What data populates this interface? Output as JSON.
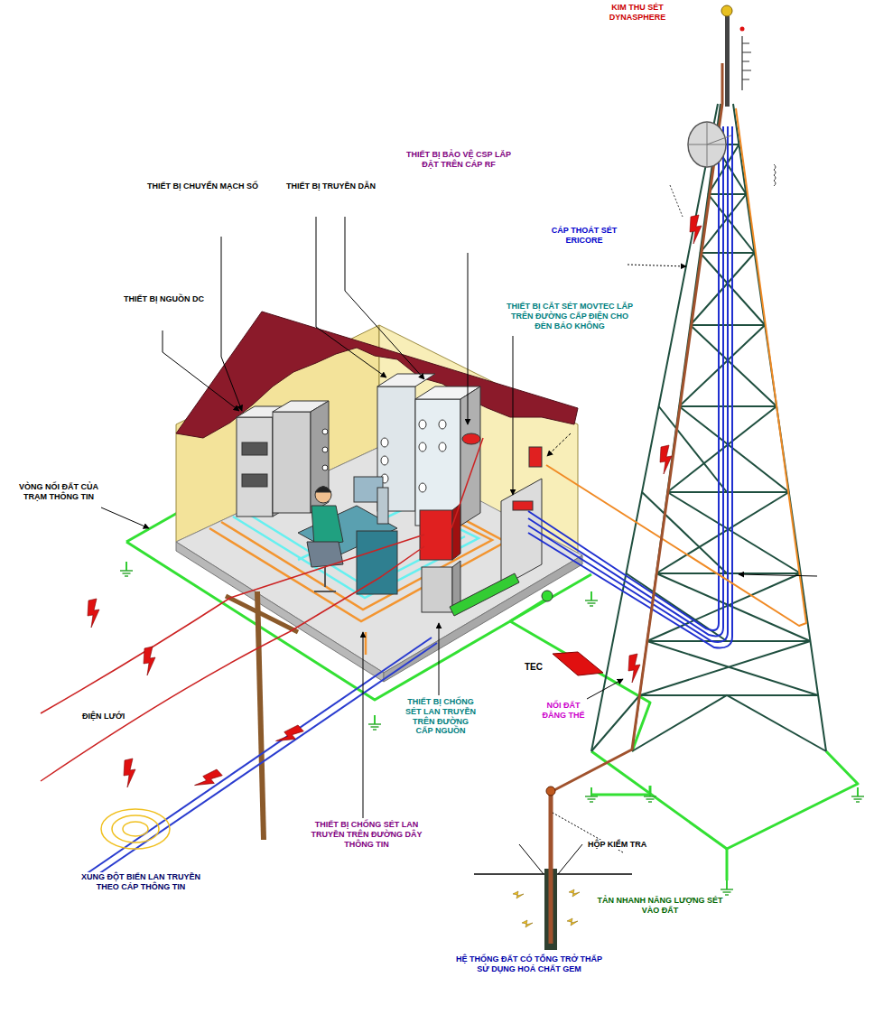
{
  "diagram": {
    "labels": [
      "KIM THU SÉT DYNASPHERE",
      "THIẾT BỊ CHUYỂN MẠCH SỐ",
      "THIẾT BỊ TRUYỀN DẪN",
      "THIẾT BỊ BẢO VỆ CSP LẮP ĐẶT TRÊN CÁP RF",
      "CÁP THOÁT SÉT ERICORE",
      "THIẾT BỊ NGUỒN DC",
      "THIẾT BỊ CẮT SÉT MOVTEC LẮP TRÊN ĐƯỜNG CẤP ĐIỆN CHO ĐÈN BÁO KHÔNG",
      "VÒNG NỐI ĐẤT CỦA TRẠM THÔNG TIN",
      "TEC",
      "NỐI ĐẤT ĐẲNG THẾ",
      "ĐIỆN LƯỚI",
      "THIẾT BỊ CHỐNG SÉT LAN TRUYỀN TRÊN ĐƯỜNG CẤP NGUỒN",
      "THIẾT BỊ CHỐNG SÉT LAN TRUYỀN TRÊN ĐƯỜNG DÂY THÔNG TIN",
      "XUNG ĐỘT BIẾN LAN TRUYỀN THEO CÁP THÔNG TIN",
      "HỘP KIỂM TRA",
      "TẢN NHANH NĂNG LƯỢNG SÉT VÀO ĐẤT",
      "HỆ THỐNG ĐẤT CÓ TỔNG TRỞ THẤP SỬ DỤNG HOÁ CHẤT GEM"
    ]
  }
}
